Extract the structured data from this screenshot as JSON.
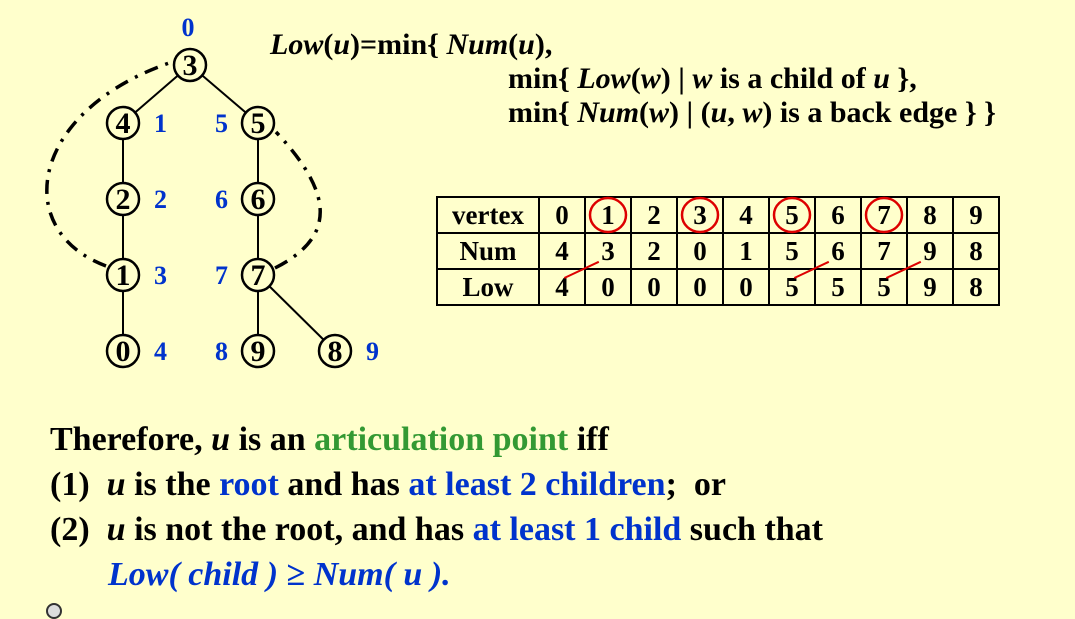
{
  "graph": {
    "nodes": [
      {
        "id": "3",
        "num": "0"
      },
      {
        "id": "4",
        "num": "1"
      },
      {
        "id": "5",
        "num": "5"
      },
      {
        "id": "2",
        "num": "2"
      },
      {
        "id": "6",
        "num": "6"
      },
      {
        "id": "1",
        "num": "3"
      },
      {
        "id": "7",
        "num": "7"
      },
      {
        "id": "0",
        "num": "4"
      },
      {
        "id": "9",
        "num": "8"
      },
      {
        "id": "8",
        "num": "9"
      }
    ],
    "tree_edges": [
      [
        "3",
        "4"
      ],
      [
        "3",
        "5"
      ],
      [
        "4",
        "2"
      ],
      [
        "2",
        "1"
      ],
      [
        "1",
        "0"
      ],
      [
        "5",
        "6"
      ],
      [
        "6",
        "7"
      ],
      [
        "7",
        "9"
      ],
      [
        "7",
        "8"
      ]
    ],
    "back_edges": [
      [
        "1",
        "3"
      ],
      [
        "7",
        "5"
      ]
    ]
  },
  "formula": {
    "lhs": "Low",
    "lhs_arg": "u",
    "eq": "=",
    "min": "min",
    "line1_fn": "Num",
    "line1_arg": "u",
    "line2_fn": "Low",
    "line2_var": "w",
    "line2_text": "is a child of",
    "line2_u": "u",
    "line3_fn": "Num",
    "line3_var": "w",
    "line3_pair_u": "u",
    "line3_pair_w": "w",
    "line3_text": "is a back edge"
  },
  "table": {
    "header_label": "vertex",
    "vertices": [
      "0",
      "1",
      "2",
      "3",
      "4",
      "5",
      "6",
      "7",
      "8",
      "9"
    ],
    "circled_vertices": [
      "1",
      "3",
      "5",
      "7"
    ],
    "num_label": "Num",
    "num": [
      "4",
      "3",
      "2",
      "0",
      "1",
      "5",
      "6",
      "7",
      "9",
      "8"
    ],
    "low_label": "Low",
    "low": [
      "4",
      "0",
      "0",
      "0",
      "0",
      "5",
      "5",
      "5",
      "9",
      "8"
    ],
    "comparison_links": [
      [
        "0",
        "1"
      ],
      [
        "5",
        "6"
      ],
      [
        "7",
        "8"
      ]
    ]
  },
  "conclusion": {
    "line1_pre": "Therefore,",
    "line1_u": "u",
    "line1_mid": "is an",
    "line1_green": "articulation point",
    "line1_post": "iff",
    "line2_num": "(1)",
    "line2_u": "u",
    "line2_mid": "is the",
    "line2_root": "root",
    "line2_and": "and has",
    "line2_blue": "at least 2 children",
    "line2_post": ";  or",
    "line3_num": "(2)",
    "line3_u": "u",
    "line3_mid": "is not the root, and has",
    "line3_blue": "at least 1 child",
    "line3_post": "such that",
    "line4_low": "Low(",
    "line4_child": "child",
    "line4_close": ")",
    "line4_ge": "≥",
    "line4_num": "Num(",
    "line4_u": "u",
    "line4_end": ")."
  },
  "colors": {
    "background": "#ffffcc",
    "num_blue": "#0033cc",
    "circle_red": "#dd0000",
    "green": "#339933"
  }
}
